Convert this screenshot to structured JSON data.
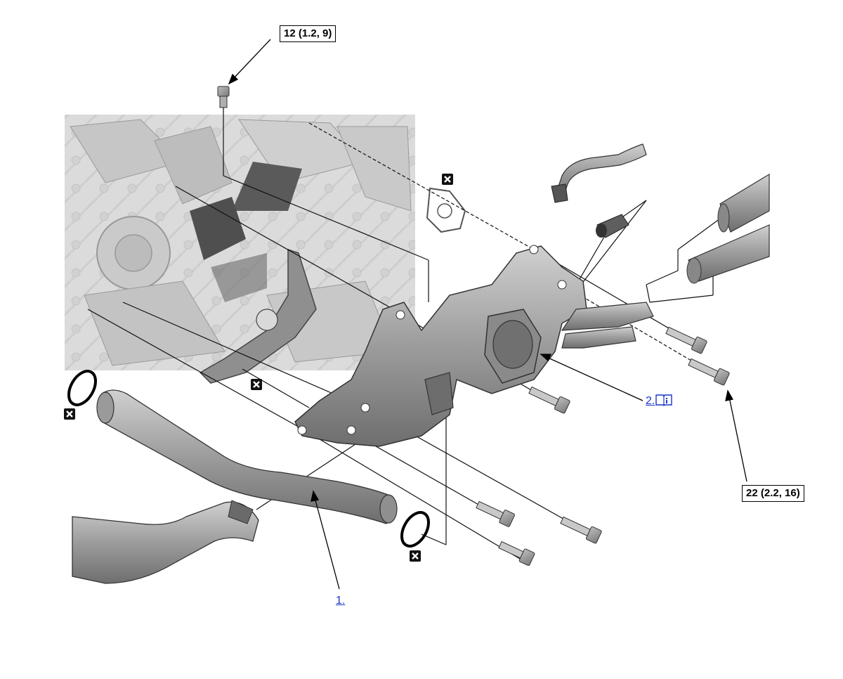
{
  "torque_labels": {
    "top_bolt": "12 (1.2, 9)",
    "right_bolts": "22 (2.2, 16)"
  },
  "callouts": {
    "pipe": "1.",
    "housing": "2."
  },
  "icons": {
    "replace": "replace-part-icon",
    "info": "info-book-icon"
  },
  "colors": {
    "link": "#1a37c8",
    "part_fill": "#a9a9a9",
    "background_photo": "#d9d9d9"
  }
}
